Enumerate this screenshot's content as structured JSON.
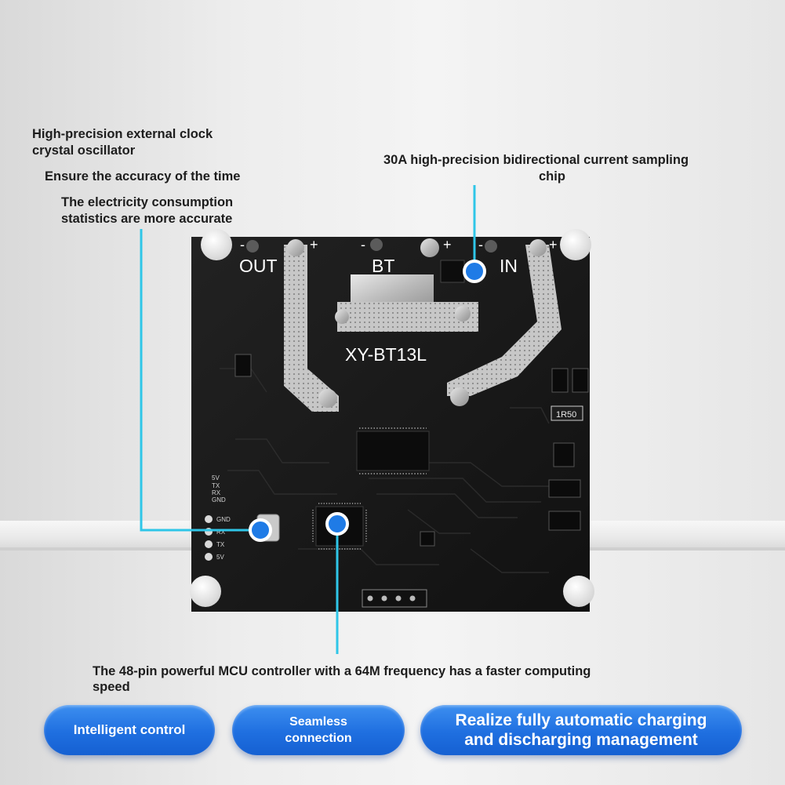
{
  "callouts": {
    "clock": {
      "line1": "High-precision external clock",
      "line2": "crystal oscillator",
      "line3": "Ensure the accuracy of the time",
      "line4": "The electricity consumption",
      "line5": "statistics are more accurate"
    },
    "current_chip": {
      "line1": "30A high-precision bidirectional current sampling",
      "line2": "chip"
    },
    "mcu": {
      "line1": "The 48-pin powerful MCU controller with a 64M frequency has a faster computing",
      "line2": "speed"
    }
  },
  "board": {
    "model": "XY-BT13L",
    "out_label": "OUT",
    "bt_label": "BT",
    "in_label": "IN",
    "minus": "-",
    "plus": "+",
    "resistor_code": "1R50",
    "pins_top": [
      "5V",
      "TX",
      "RX",
      "GND"
    ],
    "pins_bottom": [
      "GND",
      "RX",
      "TX",
      "5V"
    ]
  },
  "features": [
    {
      "line1": "Intelligent control",
      "line2": ""
    },
    {
      "line1": "Seamless",
      "line2": "connection"
    },
    {
      "line1": "Realize fully automatic charging",
      "line2": "and discharging management"
    }
  ],
  "colors": {
    "accent": "#1f6fe0",
    "leader": "#2fc6e8",
    "board": "#1a1a1a",
    "text": "#1d1d1d"
  }
}
